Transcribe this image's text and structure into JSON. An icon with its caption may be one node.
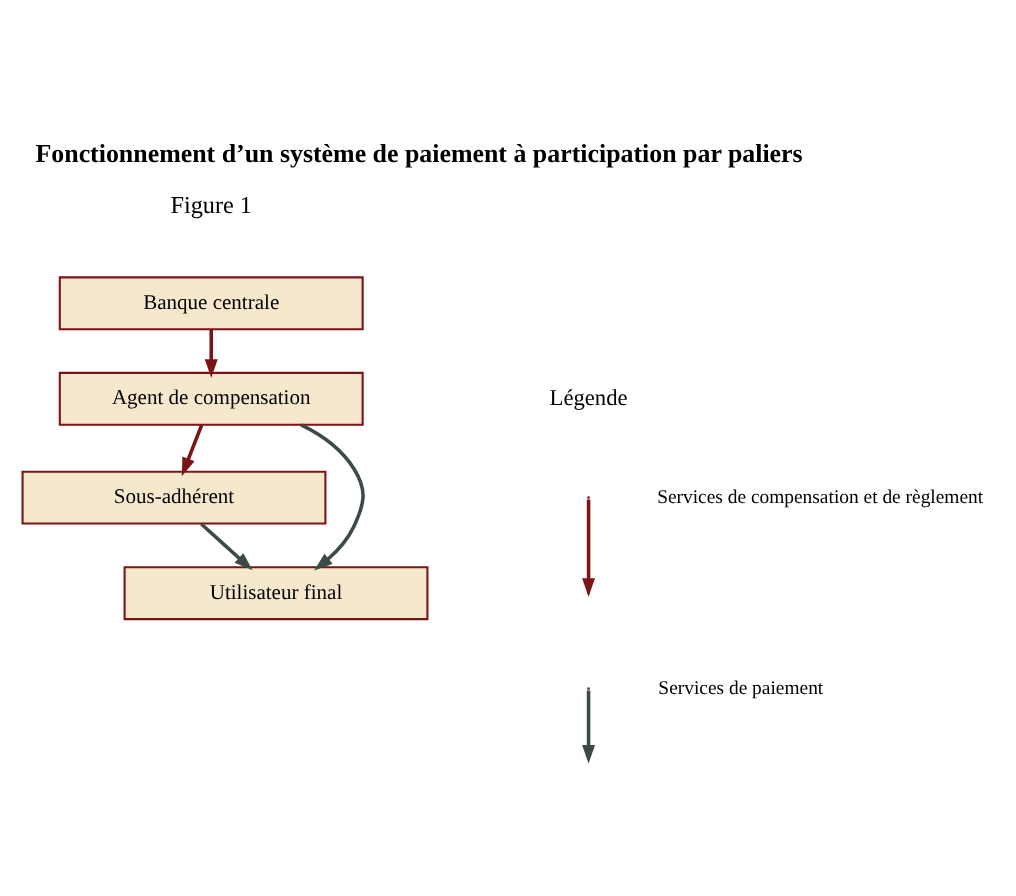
{
  "diagram": {
    "title": "Fonctionnement d’un système de paiement à participation par paliers",
    "nodes": [
      {
        "text": [
          "Banque centrale"
        ]
      },
      {
        "text": [
          "Agent de compensation"
        ]
      },
      {
        "text": [
          "Sous-adhérent"
        ]
      },
      {
        "text": [
          "Utilisateur final"
        ]
      }
    ],
    "edges": [
      {
        "from": 0,
        "to": 1,
        "arrow": "to",
        "color": "#7b1416"
      },
      {
        "from": 1,
        "to": 2,
        "arrow": "to",
        "color": "#7b1416"
      },
      {
        "from": 1,
        "to": 3,
        "arrow": "to",
        "color": "#3e4a47"
      },
      {
        "from": 2,
        "to": 3,
        "arrow": "to",
        "color": "#3e4a47"
      }
    ],
    "labels": [
      "Figure 1",
      "Légende"
    ],
    "legend": [
      {
        "text": "Services de compensation et de règlement"
      },
      {
        "text": "Services de paiement"
      }
    ]
  }
}
